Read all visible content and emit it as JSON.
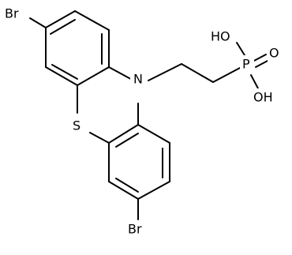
{
  "diagram": {
    "type": "chemical-structure",
    "atoms": {
      "br_top": "Br",
      "br_bottom": "Br",
      "nitrogen": "N",
      "sulfur": "S",
      "phosphorus": "P",
      "oxygen_double": "O",
      "hydroxyl_top": "HO",
      "hydroxyl_bottom": "OH"
    },
    "colors": {
      "bond": "#000000",
      "label": "#000000",
      "background": "#ffffff"
    }
  }
}
